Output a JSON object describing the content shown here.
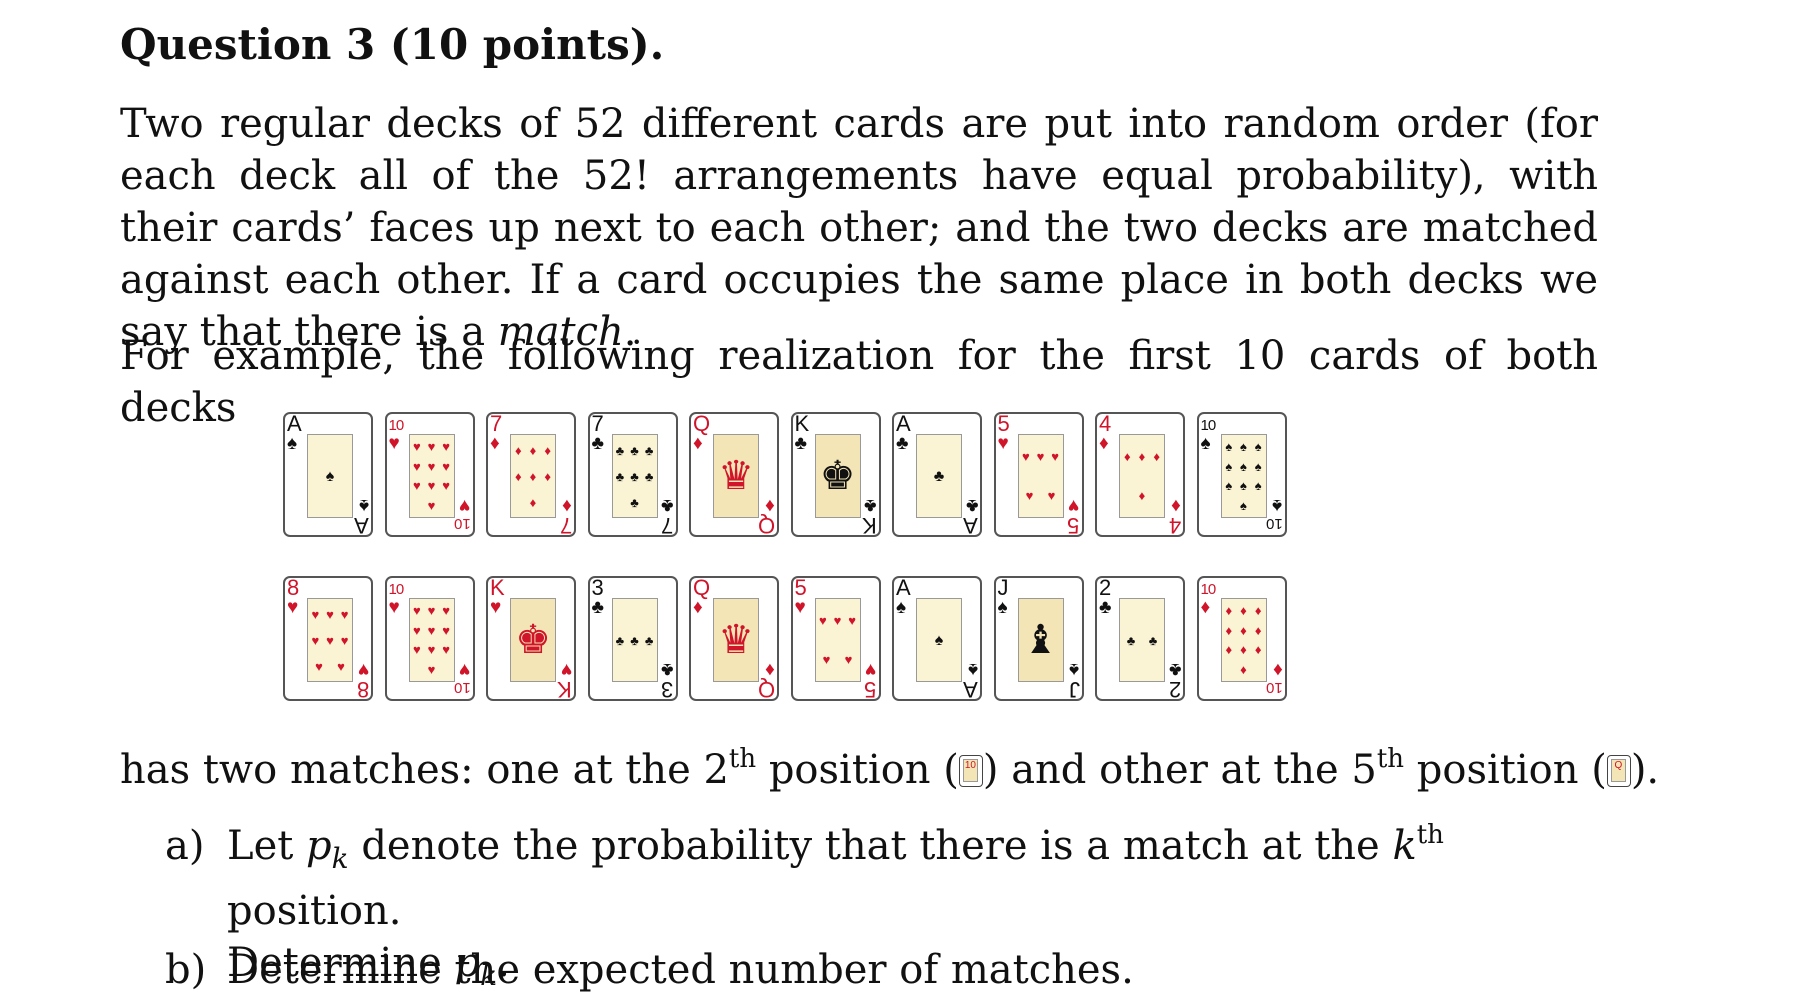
{
  "title": "Question 3 (10 points).",
  "intro": {
    "before": "Two regular decks of 52 different cards are put into random order (for each deck all of the 52! arrangements have equal probability), with their cards’ faces up next to each other; and the two decks are matched against each other. If a card occupies the same place in both decks we say that there is a ",
    "term": "match",
    "after": "."
  },
  "example_line": "For example, the following realization for the first 10 cards of both decks",
  "deck1": [
    {
      "rank": "A",
      "suit": "♠",
      "color": "black"
    },
    {
      "rank": "10",
      "suit": "♥",
      "color": "red"
    },
    {
      "rank": "7",
      "suit": "♦",
      "color": "red"
    },
    {
      "rank": "7",
      "suit": "♣",
      "color": "black"
    },
    {
      "rank": "Q",
      "suit": "♦",
      "color": "red"
    },
    {
      "rank": "K",
      "suit": "♣",
      "color": "black"
    },
    {
      "rank": "A",
      "suit": "♣",
      "color": "black"
    },
    {
      "rank": "5",
      "suit": "♥",
      "color": "red"
    },
    {
      "rank": "4",
      "suit": "♦",
      "color": "red"
    },
    {
      "rank": "10",
      "suit": "♠",
      "color": "black"
    }
  ],
  "deck2": [
    {
      "rank": "8",
      "suit": "♥",
      "color": "red"
    },
    {
      "rank": "10",
      "suit": "♥",
      "color": "red"
    },
    {
      "rank": "K",
      "suit": "♥",
      "color": "red"
    },
    {
      "rank": "3",
      "suit": "♣",
      "color": "black"
    },
    {
      "rank": "Q",
      "suit": "♦",
      "color": "red"
    },
    {
      "rank": "5",
      "suit": "♥",
      "color": "red"
    },
    {
      "rank": "A",
      "suit": "♠",
      "color": "black"
    },
    {
      "rank": "J",
      "suit": "♠",
      "color": "black"
    },
    {
      "rank": "2",
      "suit": "♣",
      "color": "black"
    },
    {
      "rank": "10",
      "suit": "♦",
      "color": "red"
    }
  ],
  "matches_line": {
    "part1": "has two matches: one at the 2",
    "sup1": "th",
    "part2": " position (",
    "mini1": "10",
    "part3": ") and other at the 5",
    "sup2": "th",
    "part4": " position (",
    "mini2": "Q",
    "part5": ")."
  },
  "item_a": {
    "label": "a)",
    "t1": "Let ",
    "p": "p",
    "k": "k",
    "t2": " denote the probability that there is a match at the ",
    "kth": "k",
    "sup": "th",
    "t3": " position.",
    "t4": "Determine ",
    "t5": "."
  },
  "item_b": {
    "label": "b)",
    "text": "Determine the expected number of matches."
  }
}
